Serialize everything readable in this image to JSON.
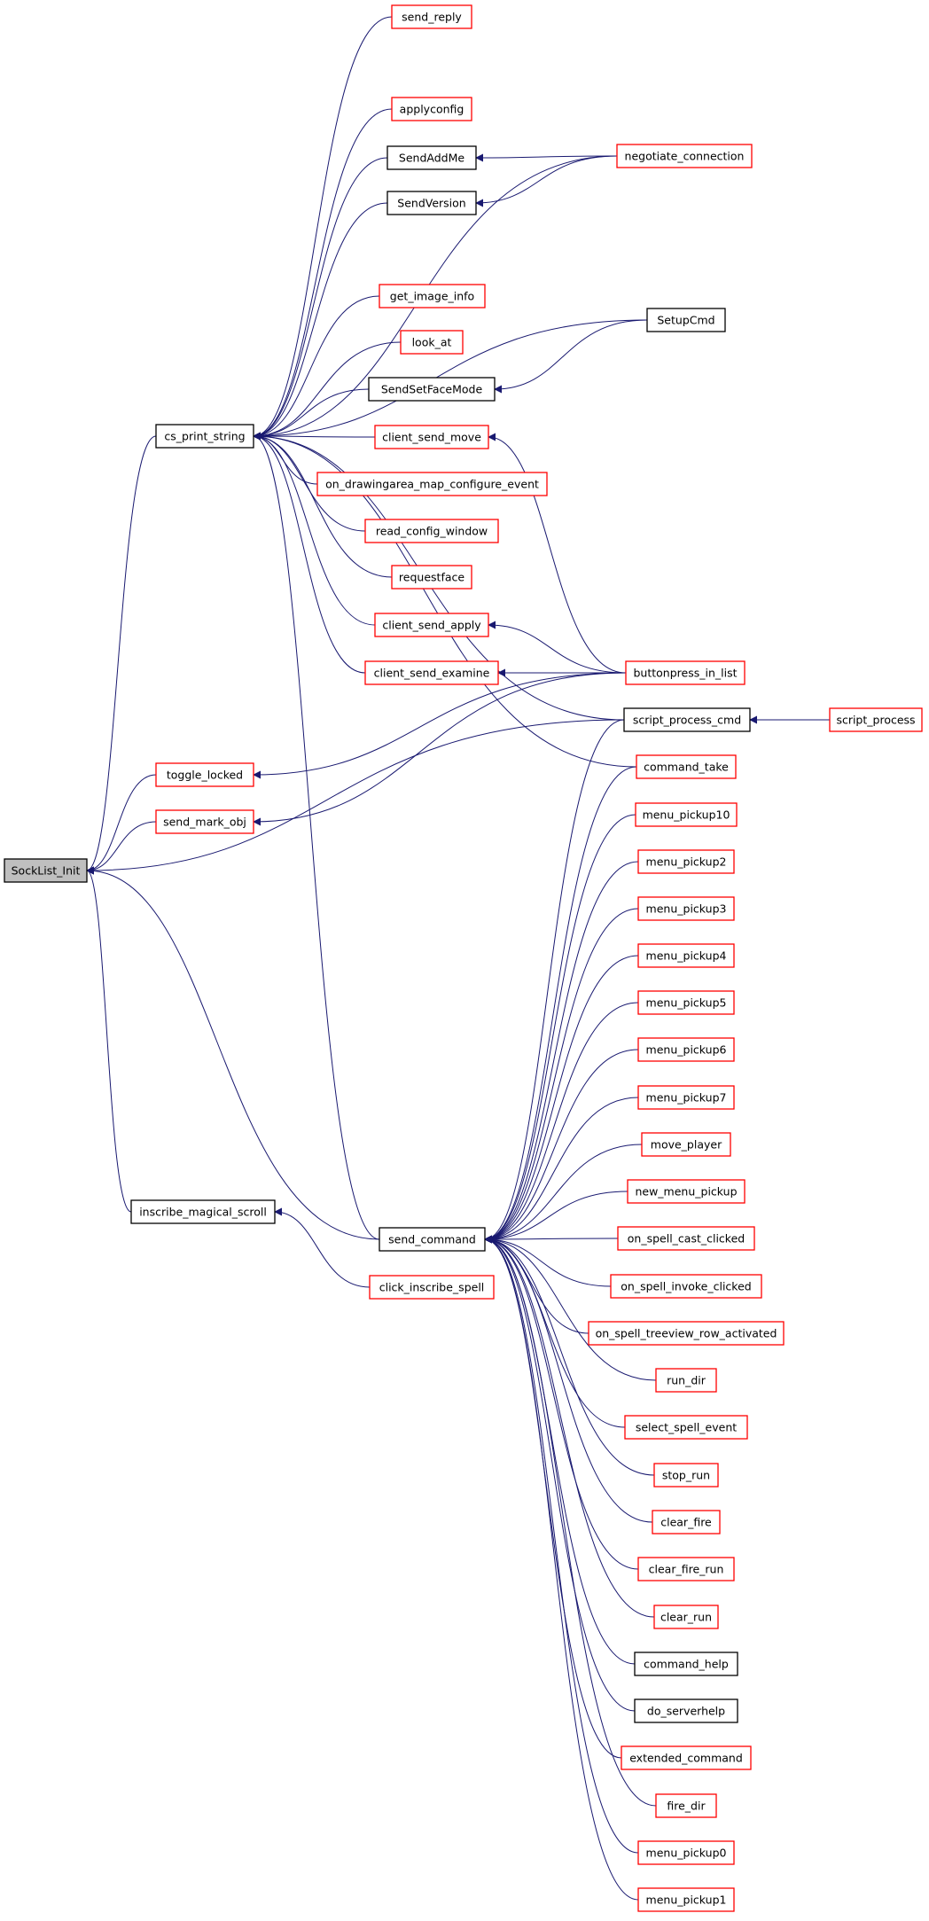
{
  "graph": {
    "title": "",
    "colors": {
      "edge": "#191970",
      "border_normal": "#000000",
      "border_truncated": "#ff0000",
      "focus_fill": "#bfbfbf",
      "fill": "#ffffff"
    },
    "nodes": [
      {
        "id": "SockList_Init",
        "label": "SockList_Init",
        "style": "focus"
      },
      {
        "id": "cs_print_string",
        "label": "cs_print_string",
        "style": "normal"
      },
      {
        "id": "toggle_locked",
        "label": "toggle_locked",
        "style": "truncated"
      },
      {
        "id": "send_mark_obj",
        "label": "send_mark_obj",
        "style": "truncated"
      },
      {
        "id": "inscribe_magical_scroll",
        "label": "inscribe_magical_scroll",
        "style": "normal"
      },
      {
        "id": "send_command",
        "label": "send_command",
        "style": "normal"
      },
      {
        "id": "send_reply",
        "label": "send_reply",
        "style": "truncated"
      },
      {
        "id": "applyconfig",
        "label": "applyconfig",
        "style": "truncated"
      },
      {
        "id": "SendAddMe",
        "label": "SendAddMe",
        "style": "normal"
      },
      {
        "id": "SendVersion",
        "label": "SendVersion",
        "style": "normal"
      },
      {
        "id": "get_image_info",
        "label": "get_image_info",
        "style": "truncated"
      },
      {
        "id": "look_at",
        "label": "look_at",
        "style": "truncated"
      },
      {
        "id": "SendSetFaceMode",
        "label": "SendSetFaceMode",
        "style": "normal"
      },
      {
        "id": "client_send_move",
        "label": "client_send_move",
        "style": "truncated"
      },
      {
        "id": "on_drawingarea_map_configure_event",
        "label": "on_drawingarea_map_configure_event",
        "style": "truncated"
      },
      {
        "id": "read_config_window",
        "label": "read_config_window",
        "style": "truncated"
      },
      {
        "id": "requestface",
        "label": "requestface",
        "style": "truncated"
      },
      {
        "id": "client_send_apply",
        "label": "client_send_apply",
        "style": "truncated"
      },
      {
        "id": "client_send_examine",
        "label": "client_send_examine",
        "style": "truncated"
      },
      {
        "id": "click_inscribe_spell",
        "label": "click_inscribe_spell",
        "style": "truncated"
      },
      {
        "id": "negotiate_connection",
        "label": "negotiate_connection",
        "style": "truncated"
      },
      {
        "id": "SetupCmd",
        "label": "SetupCmd",
        "style": "normal"
      },
      {
        "id": "buttonpress_in_list",
        "label": "buttonpress_in_list",
        "style": "truncated"
      },
      {
        "id": "script_process_cmd",
        "label": "script_process_cmd",
        "style": "normal"
      },
      {
        "id": "script_process",
        "label": "script_process",
        "style": "truncated"
      },
      {
        "id": "command_take",
        "label": "command_take",
        "style": "truncated"
      },
      {
        "id": "menu_pickup10",
        "label": "menu_pickup10",
        "style": "truncated"
      },
      {
        "id": "menu_pickup2",
        "label": "menu_pickup2",
        "style": "truncated"
      },
      {
        "id": "menu_pickup3",
        "label": "menu_pickup3",
        "style": "truncated"
      },
      {
        "id": "menu_pickup4",
        "label": "menu_pickup4",
        "style": "truncated"
      },
      {
        "id": "menu_pickup5",
        "label": "menu_pickup5",
        "style": "truncated"
      },
      {
        "id": "menu_pickup6",
        "label": "menu_pickup6",
        "style": "truncated"
      },
      {
        "id": "menu_pickup7",
        "label": "menu_pickup7",
        "style": "truncated"
      },
      {
        "id": "move_player",
        "label": "move_player",
        "style": "truncated"
      },
      {
        "id": "new_menu_pickup",
        "label": "new_menu_pickup",
        "style": "truncated"
      },
      {
        "id": "on_spell_cast_clicked",
        "label": "on_spell_cast_clicked",
        "style": "truncated"
      },
      {
        "id": "on_spell_invoke_clicked",
        "label": "on_spell_invoke_clicked",
        "style": "truncated"
      },
      {
        "id": "on_spell_treeview_row_activated",
        "label": "on_spell_treeview_row_activated",
        "style": "truncated"
      },
      {
        "id": "run_dir",
        "label": "run_dir",
        "style": "truncated"
      },
      {
        "id": "select_spell_event",
        "label": "select_spell_event",
        "style": "truncated"
      },
      {
        "id": "stop_run",
        "label": "stop_run",
        "style": "truncated"
      },
      {
        "id": "clear_fire",
        "label": "clear_fire",
        "style": "truncated"
      },
      {
        "id": "clear_fire_run",
        "label": "clear_fire_run",
        "style": "truncated"
      },
      {
        "id": "clear_run",
        "label": "clear_run",
        "style": "truncated"
      },
      {
        "id": "command_help",
        "label": "command_help",
        "style": "normal"
      },
      {
        "id": "do_serverhelp",
        "label": "do_serverhelp",
        "style": "normal"
      },
      {
        "id": "extended_command",
        "label": "extended_command",
        "style": "truncated"
      },
      {
        "id": "fire_dir",
        "label": "fire_dir",
        "style": "truncated"
      },
      {
        "id": "menu_pickup0",
        "label": "menu_pickup0",
        "style": "truncated"
      },
      {
        "id": "menu_pickup1",
        "label": "menu_pickup1",
        "style": "truncated"
      }
    ],
    "edges": [
      {
        "from": "cs_print_string",
        "to": "SockList_Init"
      },
      {
        "from": "toggle_locked",
        "to": "SockList_Init"
      },
      {
        "from": "send_mark_obj",
        "to": "SockList_Init"
      },
      {
        "from": "script_process_cmd",
        "to": "SockList_Init"
      },
      {
        "from": "inscribe_magical_scroll",
        "to": "SockList_Init"
      },
      {
        "from": "send_command",
        "to": "SockList_Init"
      },
      {
        "from": "send_reply",
        "to": "cs_print_string"
      },
      {
        "from": "negotiate_connection",
        "to": "cs_print_string"
      },
      {
        "from": "applyconfig",
        "to": "cs_print_string"
      },
      {
        "from": "SendAddMe",
        "to": "cs_print_string"
      },
      {
        "from": "SendVersion",
        "to": "cs_print_string"
      },
      {
        "from": "SetupCmd",
        "to": "cs_print_string"
      },
      {
        "from": "get_image_info",
        "to": "cs_print_string"
      },
      {
        "from": "look_at",
        "to": "cs_print_string"
      },
      {
        "from": "SendSetFaceMode",
        "to": "cs_print_string"
      },
      {
        "from": "client_send_move",
        "to": "cs_print_string"
      },
      {
        "from": "on_drawingarea_map_configure_event",
        "to": "cs_print_string"
      },
      {
        "from": "read_config_window",
        "to": "cs_print_string"
      },
      {
        "from": "requestface",
        "to": "cs_print_string"
      },
      {
        "from": "client_send_apply",
        "to": "cs_print_string"
      },
      {
        "from": "client_send_examine",
        "to": "cs_print_string"
      },
      {
        "from": "script_process_cmd",
        "to": "cs_print_string"
      },
      {
        "from": "command_take",
        "to": "cs_print_string"
      },
      {
        "from": "send_command",
        "to": "cs_print_string"
      },
      {
        "from": "negotiate_connection",
        "to": "SendAddMe"
      },
      {
        "from": "negotiate_connection",
        "to": "SendVersion"
      },
      {
        "from": "SetupCmd",
        "to": "SendSetFaceMode"
      },
      {
        "from": "buttonpress_in_list",
        "to": "client_send_move"
      },
      {
        "from": "buttonpress_in_list",
        "to": "client_send_apply"
      },
      {
        "from": "buttonpress_in_list",
        "to": "client_send_examine"
      },
      {
        "from": "buttonpress_in_list",
        "to": "toggle_locked"
      },
      {
        "from": "buttonpress_in_list",
        "to": "send_mark_obj"
      },
      {
        "from": "script_process",
        "to": "script_process_cmd"
      },
      {
        "from": "click_inscribe_spell",
        "to": "inscribe_magical_scroll"
      },
      {
        "from": "script_process_cmd",
        "to": "send_command"
      },
      {
        "from": "command_take",
        "to": "send_command"
      },
      {
        "from": "menu_pickup10",
        "to": "send_command"
      },
      {
        "from": "menu_pickup2",
        "to": "send_command"
      },
      {
        "from": "menu_pickup3",
        "to": "send_command"
      },
      {
        "from": "menu_pickup4",
        "to": "send_command"
      },
      {
        "from": "menu_pickup5",
        "to": "send_command"
      },
      {
        "from": "menu_pickup6",
        "to": "send_command"
      },
      {
        "from": "menu_pickup7",
        "to": "send_command"
      },
      {
        "from": "move_player",
        "to": "send_command"
      },
      {
        "from": "new_menu_pickup",
        "to": "send_command"
      },
      {
        "from": "on_spell_cast_clicked",
        "to": "send_command"
      },
      {
        "from": "on_spell_invoke_clicked",
        "to": "send_command"
      },
      {
        "from": "on_spell_treeview_row_activated",
        "to": "send_command"
      },
      {
        "from": "run_dir",
        "to": "send_command"
      },
      {
        "from": "select_spell_event",
        "to": "send_command"
      },
      {
        "from": "stop_run",
        "to": "send_command"
      },
      {
        "from": "clear_fire",
        "to": "send_command"
      },
      {
        "from": "clear_fire_run",
        "to": "send_command"
      },
      {
        "from": "clear_run",
        "to": "send_command"
      },
      {
        "from": "command_help",
        "to": "send_command"
      },
      {
        "from": "do_serverhelp",
        "to": "send_command"
      },
      {
        "from": "extended_command",
        "to": "send_command"
      },
      {
        "from": "fire_dir",
        "to": "send_command"
      },
      {
        "from": "menu_pickup0",
        "to": "send_command"
      },
      {
        "from": "menu_pickup1",
        "to": "send_command"
      }
    ]
  }
}
